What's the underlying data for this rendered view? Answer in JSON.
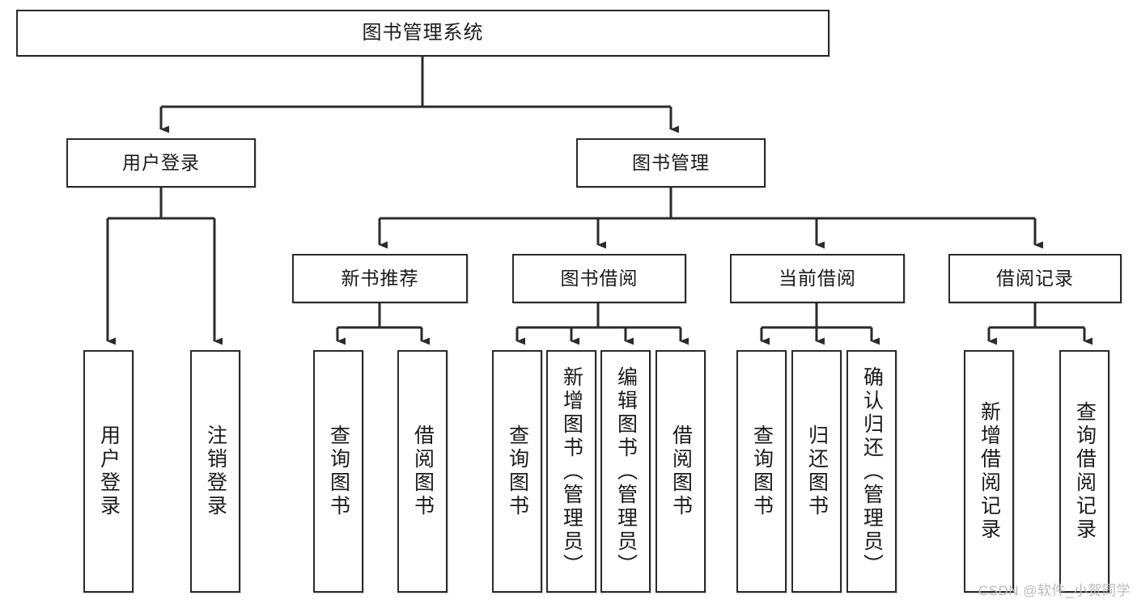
{
  "diagram": {
    "title": "图书管理系统",
    "type": "tree-structure-chart",
    "watermark": "CSDN @软件_小贺同学",
    "colors": {
      "border": "#2b2b2b",
      "background": "#ffffff",
      "text": "#1a1a1a",
      "watermark": "#b9b9b9"
    },
    "nodes": {
      "root": {
        "label": "图书管理系统"
      },
      "level2": [
        {
          "id": "user-login",
          "label": "用户登录"
        },
        {
          "id": "book-manage",
          "label": "图书管理"
        }
      ],
      "level3": [
        {
          "id": "new-book-recommend",
          "label": "新书推荐"
        },
        {
          "id": "book-borrow",
          "label": "图书借阅"
        },
        {
          "id": "current-borrow",
          "label": "当前借阅"
        },
        {
          "id": "borrow-record",
          "label": "借阅记录"
        }
      ],
      "leaves": {
        "user-login": [
          {
            "id": "leaf-user-login",
            "label": "用户登录"
          },
          {
            "id": "leaf-logout",
            "label": "注销登录"
          }
        ],
        "new-book-recommend": [
          {
            "id": "leaf-query-book-1",
            "label": "查询图书"
          },
          {
            "id": "leaf-borrow-book-1",
            "label": "借阅图书"
          }
        ],
        "book-borrow": [
          {
            "id": "leaf-query-book-2",
            "label": "查询图书"
          },
          {
            "id": "leaf-add-book",
            "label": "新增图书（管理员）"
          },
          {
            "id": "leaf-edit-book",
            "label": "编辑图书（管理员）"
          },
          {
            "id": "leaf-borrow-book-2",
            "label": "借阅图书"
          }
        ],
        "current-borrow": [
          {
            "id": "leaf-query-book-3",
            "label": "查询图书"
          },
          {
            "id": "leaf-return-book",
            "label": "归还图书"
          },
          {
            "id": "leaf-confirm-return",
            "label": "确认归还（管理员）"
          }
        ],
        "borrow-record": [
          {
            "id": "leaf-add-record",
            "label": "新增借阅记录"
          },
          {
            "id": "leaf-query-record",
            "label": "查询借阅记录"
          }
        ]
      }
    }
  }
}
